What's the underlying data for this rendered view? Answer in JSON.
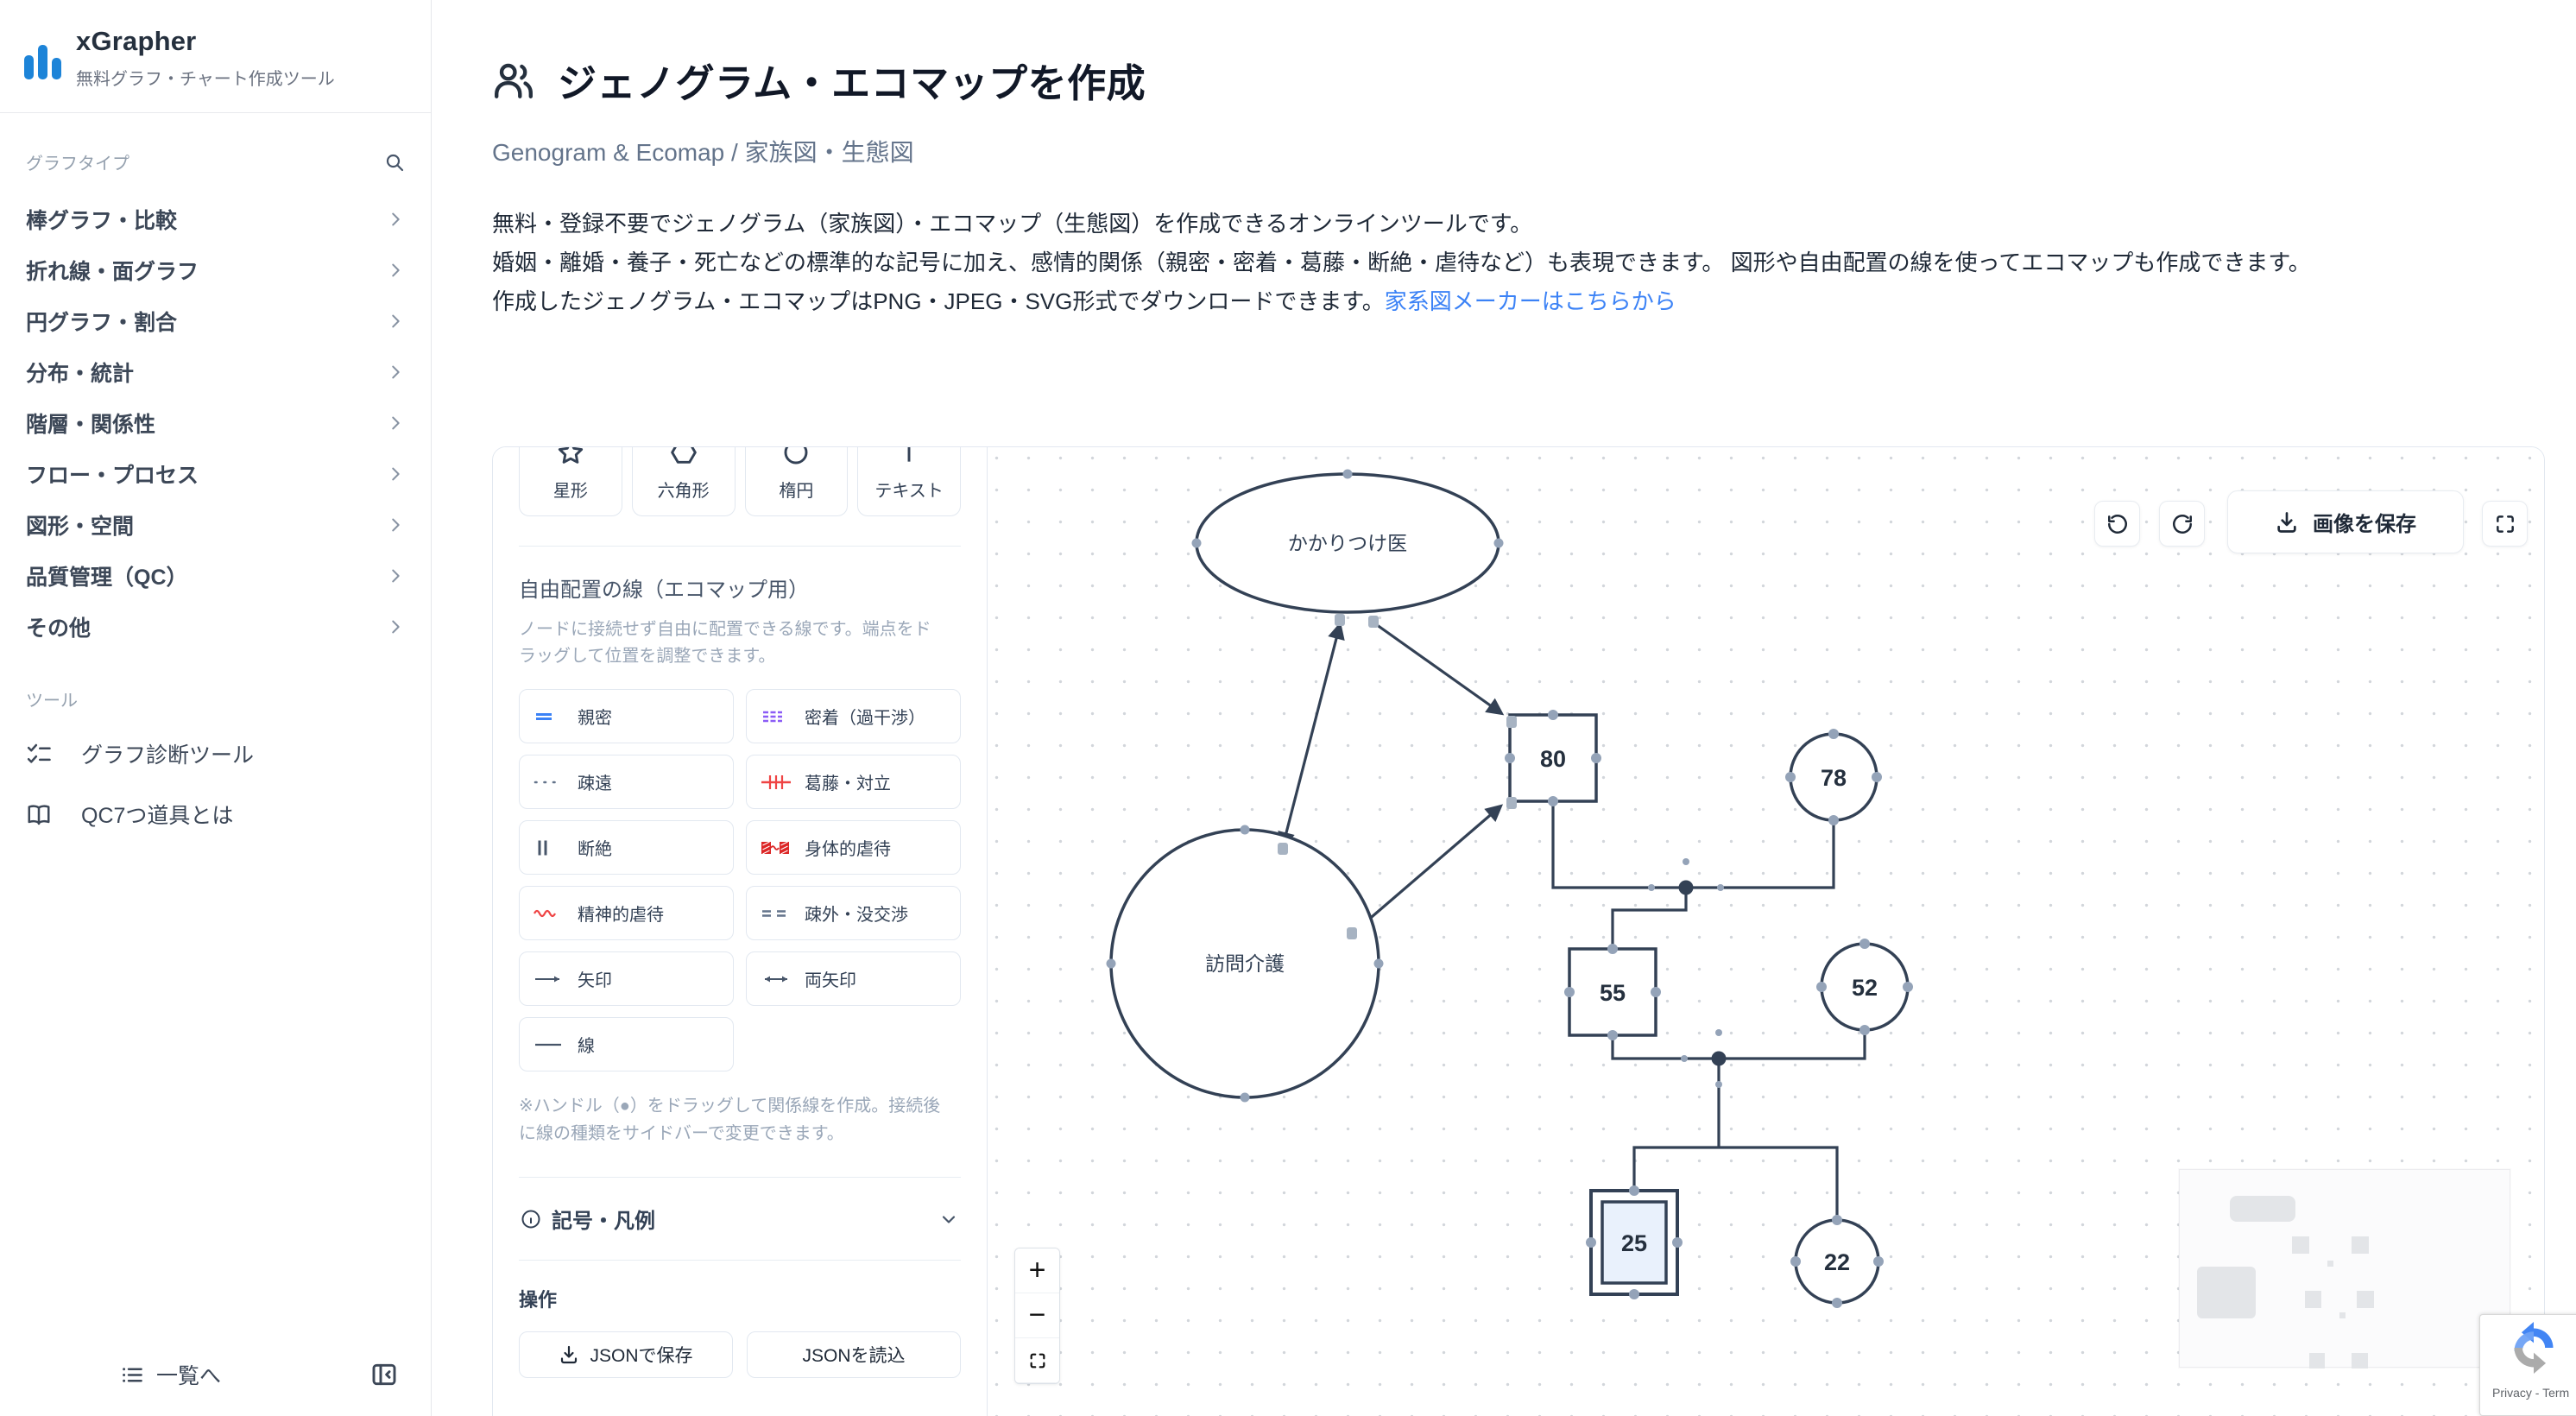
{
  "sidebar": {
    "app_name": "xGrapher",
    "tagline": "無料グラフ・チャート作成ツール",
    "section_graph_types": "グラフタイプ",
    "graph_types": [
      {
        "label": "棒グラフ・比較"
      },
      {
        "label": "折れ線・面グラフ"
      },
      {
        "label": "円グラフ・割合"
      },
      {
        "label": "分布・統計"
      },
      {
        "label": "階層・関係性"
      },
      {
        "label": "フロー・プロセス"
      },
      {
        "label": "図形・空間"
      },
      {
        "label": "品質管理（QC）"
      },
      {
        "label": "その他"
      }
    ],
    "section_tools": "ツール",
    "tools": [
      {
        "label": "グラフ診断ツール",
        "icon": "checklist-icon"
      },
      {
        "label": "QC7つ道具とは",
        "icon": "book-icon"
      }
    ],
    "footer": {
      "back_to_list": "一覧へ"
    }
  },
  "header": {
    "title": "ジェノグラム・エコマップを作成",
    "subtitle": "Genogram & Ecomap / 家族図・生態図"
  },
  "intro": {
    "line1": "無料・登録不要でジェノグラム（家族図）・エコマップ（生態図）を作成できるオンラインツールです。",
    "line2": "婚姻・離婚・養子・死亡などの標準的な記号に加え、感情的関係（親密・密着・葛藤・断絶・虐待など）も表現できます。 図形や自由配置の線を使ってエコマップも作成できます。",
    "line3_text": "作成したジェノグラム・エコマップはPNG・JPEG・SVG形式でダウンロードできます。",
    "line3_link": "家系図メーカーはこちらから"
  },
  "editor": {
    "shape_buttons": [
      {
        "label": "星形",
        "icon": "star-icon"
      },
      {
        "label": "六角形",
        "icon": "hexagon-icon"
      },
      {
        "label": "楕円",
        "icon": "ellipse-icon"
      },
      {
        "label": "テキスト",
        "icon": "text-icon"
      }
    ],
    "free_lines": {
      "title": "自由配置の線（エコマップ用）",
      "description": "ノードに接続せず自由に配置できる線です。端点をドラッグして位置を調整できます。",
      "buttons": [
        {
          "label": "親密",
          "icon": "intimate-line-icon"
        },
        {
          "label": "密着（過干渉）",
          "icon": "enmeshed-line-icon"
        },
        {
          "label": "疎遠",
          "icon": "distant-line-icon"
        },
        {
          "label": "葛藤・対立",
          "icon": "conflict-line-icon"
        },
        {
          "label": "断絶",
          "icon": "cutoff-line-icon"
        },
        {
          "label": "身体的虐待",
          "icon": "physical-abuse-line-icon"
        },
        {
          "label": "精神的虐待",
          "icon": "emotional-abuse-line-icon"
        },
        {
          "label": "疎外・没交渉",
          "icon": "estranged-line-icon"
        },
        {
          "label": "矢印",
          "icon": "arrow-line-icon"
        },
        {
          "label": "両矢印",
          "icon": "double-arrow-line-icon"
        },
        {
          "label": "線",
          "icon": "plain-line-icon"
        }
      ],
      "note": "※ハンドル（●）をドラッグして関係線を作成。接続後に線の種類をサイドバーで変更できます。"
    },
    "legend": {
      "title": "記号・凡例"
    },
    "operations": {
      "title": "操作",
      "save_json": "JSONで保存",
      "load_json": "JSONを読込"
    },
    "toolbar": {
      "save_image": "画像を保存"
    },
    "zoom_controls": {
      "zoom_in": "+",
      "zoom_out": "−"
    },
    "nodes": {
      "family_doctor": "かかりつけ医",
      "home_care": "訪問介護",
      "grandfather_age": "80",
      "grandmother_age": "78",
      "father_age": "55",
      "mother_age": "52",
      "son_age": "25",
      "daughter_age": "22"
    }
  },
  "recaptcha": {
    "privacy_terms": "Privacy - Term"
  },
  "colors": {
    "accent_blue": "#1d84d8",
    "link_blue": "#3b82f6",
    "node_stroke": "#334155",
    "handle_gray": "#94a3b8",
    "selected_fill": "#e9f1fc",
    "intimate_blue": "#3b82f6",
    "enmeshed_purple": "#8b5cf6",
    "danger_red": "#dc2626"
  }
}
